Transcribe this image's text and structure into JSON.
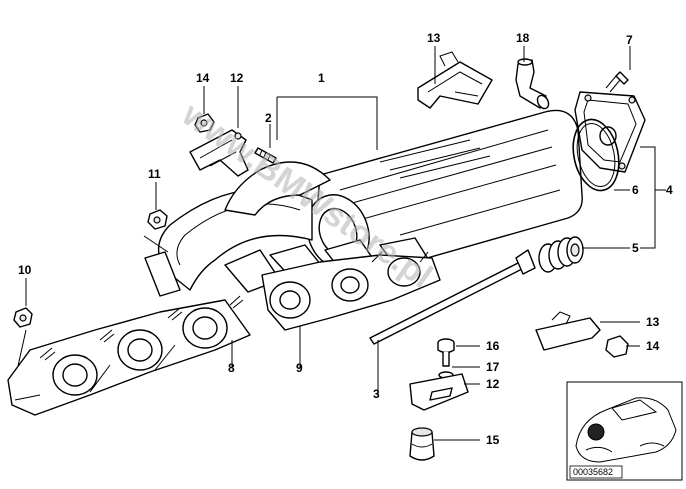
{
  "watermark": "www.BMWstore.pl",
  "reference_code": "00035682",
  "callouts": {
    "c1": "1",
    "c2": "2",
    "c3": "3",
    "c4": "4",
    "c5": "5",
    "c6": "6",
    "c7": "7",
    "c8": "8",
    "c9": "9",
    "c10": "10",
    "c11": "11",
    "c12a": "12",
    "c12b": "12",
    "c13a": "13",
    "c13b": "13",
    "c14a": "14",
    "c14b": "14",
    "c15": "15",
    "c16": "16",
    "c17": "17",
    "c18": "18"
  }
}
